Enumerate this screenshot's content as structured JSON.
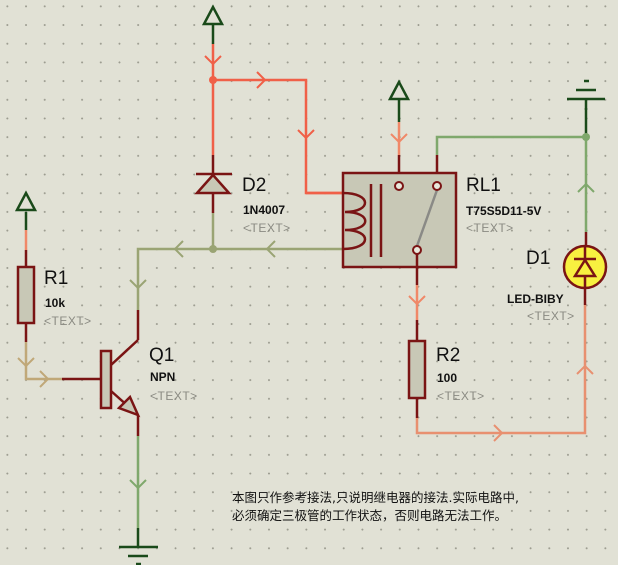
{
  "colors": {
    "background": "#e1e1d5",
    "wire_hot": "#f06048",
    "wire_hot_light": "#f08868",
    "wire_orange": "#e89070",
    "wire_green": "#7fa86c",
    "wire_olive": "#9aa474",
    "wire_tan": "#c0a878",
    "component_outline": "#7a1414",
    "component_fill": "#c8c8b6",
    "terminal_dark_green": "#1a4a1a",
    "led_fill": "#f8f040"
  },
  "components": {
    "d2": {
      "ref": "D2",
      "value": "1N4007",
      "text": "<TEXT>"
    },
    "rl1": {
      "ref": "RL1",
      "value": "T75S5D11-5V",
      "text": "<TEXT>"
    },
    "d1": {
      "ref": "D1",
      "value": "LED-BIBY",
      "text": "<TEXT>"
    },
    "r1": {
      "ref": "R1",
      "value": "10k",
      "text": "<TEXT>"
    },
    "q1": {
      "ref": "Q1",
      "value": "NPN",
      "text": "<TEXT>"
    },
    "r2": {
      "ref": "R2",
      "value": "100",
      "text": "<TEXT>"
    }
  },
  "terminals": [
    {
      "type": "power",
      "net": "VCC-top"
    },
    {
      "type": "power",
      "net": "VCC-relay"
    },
    {
      "type": "power",
      "net": "VCC-r1"
    },
    {
      "type": "ground",
      "net": "GND-top-right"
    },
    {
      "type": "ground",
      "net": "GND-bottom"
    }
  ],
  "note": {
    "line1": "本图只作参考接法,只说明继电器的接法.实际电路中,",
    "line2": "必须确定三极管的工作状态，否则电路无法工作。"
  }
}
